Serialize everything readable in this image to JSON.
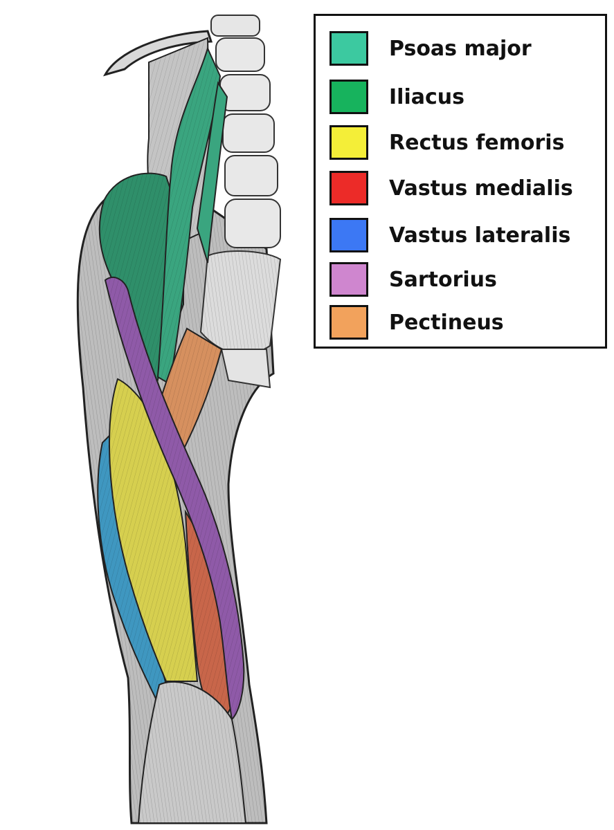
{
  "legend": {
    "items": [
      {
        "label": "Psoas major",
        "color": "#3cc9a0"
      },
      {
        "label": "Iliacus",
        "color": "#17b35d"
      },
      {
        "label": "Rectus femoris",
        "color": "#f4ee38"
      },
      {
        "label": "Vastus medialis",
        "color": "#ec2b28"
      },
      {
        "label": "Vastus lateralis",
        "color": "#3c78f4"
      },
      {
        "label": "Sartorius",
        "color": "#cf86cf"
      },
      {
        "label": "Pectineus",
        "color": "#f2a25c"
      }
    ]
  },
  "muscle_colors": {
    "psoas_major": "#3aa57f",
    "iliacus": "#2f8f6a",
    "rectus_femoris": "#d6cf4f",
    "vastus_medialis": "#c8664a",
    "vastus_lateralis": "#3f97c0",
    "sartorius": "#8f5aa8",
    "pectineus": "#d6905f"
  },
  "icons": {
    "anatomy": "thigh-muscles-anterior-view-illustration"
  }
}
